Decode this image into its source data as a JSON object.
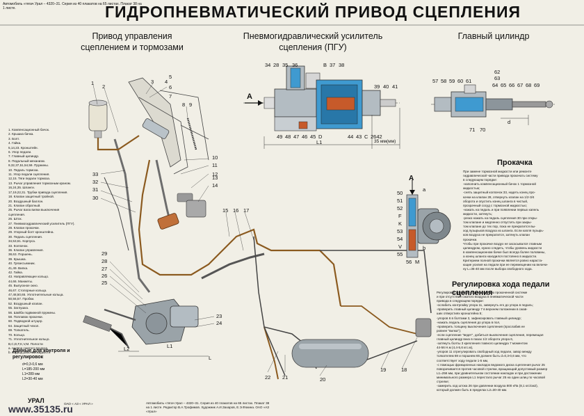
{
  "header": {
    "meta": "Автомобиль «тягач Урал – 4320–31. Серия из 40 плакатов на 65 листах. Плакат 38 на 1 листе.",
    "title": "ГИДРОПНЕВМАТИЧЕСКИЙ ПРИВОД СЦЕПЛЕНИЯ"
  },
  "sections": {
    "drive": "Привод управления\nсцеплением и тормозами",
    "pgu": "Пневмогидравлический усилитель\nсцепления (ПГУ)",
    "master": "Главный цилиндр",
    "bleeding": "Прокачка",
    "adjust": "Регулировка хода педали сцепления"
  },
  "legend": [
    "1. Компенсационный бачок.",
    "2. Крышка бачка.",
    "3. Болт.",
    "4. Гайка.",
    "5,14,23. Кронштейн.",
    "6. Упор педали.",
    "7. Главный цилиндр.",
    "8. Педальный механизм.",
    "9,32,37,51,54,59. Пружины.",
    "10. Педаль тормоза.",
    "11. Упор педали сцепления.",
    "12,15. Тяги педали тормоза.",
    "13. Рычаг управления тормозным краном.",
    "16,24,35. Шланги.",
    "17,19,22,31. Трубки привода сцепления.",
    "18. Клапан защитный тройной.",
    "20. Воздушный баллон.",
    "21. Клапан обратный.",
    "25. Рычаг вала вилки выключения",
    "    сцепления.",
    "26. Шток.",
    "27. Пневмогидравлический усилитель (ПГУ).",
    "28. Клапан прокачки.",
    "29. Упорный болт кронштейна.",
    "30. Педаль сцепления.",
    "34,53,61. Корпуса.",
    "33. Колпачок.",
    "36. Клапан управления.",
    "38,63. Поршень.",
    "39. Крышка.",
    "40. Грязесъемник.",
    "41,49. Вилка.",
    "42. Гайка.",
    "43. Направляющее кольцо.",
    "44,66. Манжеты.",
    "45. Выпускное окно.",
    "46,67. Стопорные кольца.",
    "47,48,50,65. Уплотнительные кольца.",
    "50,56,57. Пробки.",
    "52. Воздушный клапан.",
    "55. Заглушка.",
    "56. Шайба подвижной пружины.",
    "58. Поплавок прокачки.",
    "60. Подводной штуцер.",
    "64. Защитный чехол.",
    "69. Толкатель.",
    "70. Кольцо.",
    "71. Уплотнительное кольцо.",
    "В,С,D,F,K,V,M. Полости",
    "а. подвод сжатого воздуха.",
    "b. подвод рабочей жидкости"
  ],
  "data_title": "Данные для контроля и регулировок",
  "data_values": [
    "d=0,3-0,6 мм",
    "L=185-200 мм",
    "L1=289 мм",
    "L2=30-40 мм"
  ],
  "dimensions": {
    "A": "A",
    "L1": "L1",
    "L2": "L2",
    "L": "L",
    "d": "d",
    "mm35": "35 мм(мм)",
    "c": "c"
  },
  "bleeding_text": [
    "При замене тормозной жидкости или ремонте",
    "гидравлической части привода прокачать систему",
    "в следующем порядке:",
    "-наполнить компенсационный бачок 1 тормозной",
    "  жидкостью;",
    "-снять защитный колпачок 33, надеть конец про-",
    "  качки на клапан 28, отвернуть клапан на 1/2-3/4",
    "  оборота и опустить конец шланга в чистый,",
    "  прозрачный сосуд с тормозной жидкостью;",
    "-нажать на педаль и при появлении первых капель",
    "  жидкости, затянуть;",
    "-резко нажать на педаль сцепления 30 при откры-",
    "  том клапане и медленно отпустить при закры-",
    "  том клапане до тех пор, пока не прекратится вы-",
    "  ход пузырьков воздуха из шланга. Если капля пузырь-",
    "  ков воздуха не прекратится, затянуть клапан",
    "  прокачки.",
    "   Чтобы при прокачке воздух не засасывался главным",
    "цилиндром, нужно следить, чтобы уровень жидкости",
    "в компенсационном бачке был всегда более половины,",
    "а конец шланга находился постоянно в жидкости.",
    "   Критерием полной прокачки является ровно нараста-",
    "ющие усилия на педали при ее перемещении на величи-",
    "ну L=35-40 мм после выбора свободного хода."
  ],
  "adjust_text": [
    "Регулировку проводить при полностью прокаченной системе",
    "и при отсутствии сжатого воздуха в пневматической части",
    "привода в следующем порядке:",
    "-ослабить контргайку упора 11, завернуть его до упора в педаль;",
    "-проверить главный цилиндр 7 в верхнем положении в сжав-",
    "  ших отверстиях кронштейна 5;",
    "-упоров 6 в болтами 3, зафиксировать главный цилиндр;",
    "-нажать педаль сцепления до упора в пол,",
    "-проверить толщину выключения сцепления (прослабив ее",
    "  ровнее \"вилка\");",
    "-если сцепление \"ведет\", добиться выключения сцепления, перемещая",
    "  главный цилиндр вниз в пазах 1/2 оборота упора 6,",
    "-затянуть болты 3 крепления главного цилиндра 7 моментом",
    "  44-56 Н.м (4,4-5,6 кгс.м),",
    "-упоров 11 отрегулировать свободный ход педали, завор между",
    "  толкателем 69 и поршнем 65 должен быть d=0,3-0,6 мм, что",
    "  соответствует ходу педали 1-5 мм,",
    "-с помощью фрикционных накладок ведомого диска сцепления рычаг 25",
    "  поворачивается против часовой стрелки, вращающий допустимый размер",
    "  L1=256 мм, при уравнительном состоянии накладок и при достижении",
    "  минимального размера L1 перестало рычаг 25 на один шлиц по часовой",
    "  стрелке;",
    "-замерить ход штока 26 при давлении воздуха 800 кПа (8,1 кгс/см2),",
    "  который должен быть в пределах L2=30-40 мм."
  ],
  "drive_labels": [
    "1",
    "2",
    "3",
    "4",
    "5",
    "6",
    "7",
    "8",
    "9",
    "10",
    "11",
    "12",
    "13",
    "14",
    "15",
    "16",
    "17",
    "18",
    "19",
    "20",
    "21",
    "22",
    "23",
    "24",
    "25",
    "26",
    "27",
    "28",
    "29",
    "30",
    "31",
    "32",
    "33"
  ],
  "pgu_top_labels": [
    "34",
    "28",
    "35",
    "36",
    "В",
    "37",
    "38"
  ],
  "pgu_right_labels": [
    "39",
    "40",
    "41"
  ],
  "pgu_bottom_labels": [
    "49",
    "48",
    "47",
    "46",
    "45",
    "D",
    "44",
    "43",
    "C",
    "2642"
  ],
  "master_top_labels": [
    "62",
    "63"
  ],
  "master_row_labels": [
    "57",
    "58",
    "59",
    "60",
    "61",
    "64",
    "65",
    "66",
    "67",
    "68",
    "69"
  ],
  "master_bottom_labels": [
    "71",
    "70"
  ],
  "valve_labels": [
    "50",
    "51",
    "52",
    "F",
    "K",
    "53",
    "54",
    "V",
    "55",
    "56",
    "M",
    "a",
    "b"
  ],
  "footer": {
    "url": "www.35135.ru",
    "logo": "УРАЛ",
    "brand": "ОАО « АЗ « УРАЛ »",
    "credits": "Автомобиль «тягач Урал – 4320–31. Серия из 40 плакатов на 65 листах. Плакат 38 на 1 листе. Редактор В.А.Трофимов. Художник А.И.Захаров, Е.Э.Фокина. ОАО «АЗ «Урал»"
  },
  "colors": {
    "background": "#f1efe6",
    "pipe": "#8b5a1f",
    "highlight": "#2a8ab8",
    "metal": "#9aa3a8",
    "accent": "#c65a2a"
  }
}
